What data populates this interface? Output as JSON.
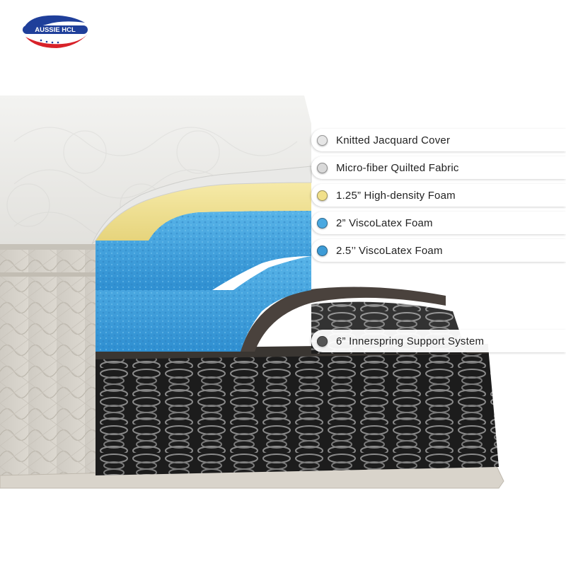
{
  "brand": {
    "logo_text": "AUSSIE HCL",
    "colors": {
      "blue": "#1f3f9a",
      "red": "#d8222a"
    }
  },
  "layers": [
    {
      "label": "Knitted Jacquard Cover",
      "swatch": "#e6e6e6"
    },
    {
      "label": "Micro-fiber Quilted Fabric",
      "swatch": "#d9d9d9"
    },
    {
      "label": "1.25” High-density Foam",
      "swatch": "#f1e08a"
    },
    {
      "label": "2” ViscoLatex Foam",
      "swatch": "#4aa8e0"
    },
    {
      "label": "2.5’’ ViscoLatex Foam",
      "swatch": "#3d9bd6"
    },
    {
      "label": "6” Innerspring Support System",
      "swatch": "#555555"
    }
  ],
  "colors": {
    "cover": "#ececea",
    "quilt": "#d6d3cc",
    "hd_foam": "#f3e6a0",
    "visco": "#49a7df",
    "base": "#4a423d",
    "springs": "#2b2b2b"
  }
}
